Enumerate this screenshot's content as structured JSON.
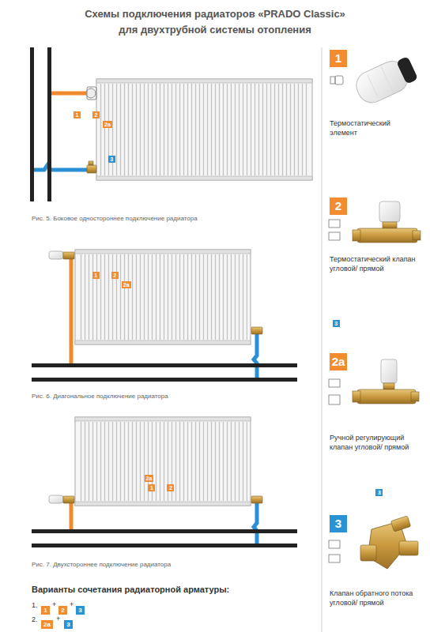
{
  "diagram": {
    "title": "Схемы подключения радиаторов «PRADO Classic» для двухтрубной системы отопления",
    "nodes": [
      {
        "text": [
          "1"
        ]
      },
      {
        "text": [
          "2"
        ]
      },
      {
        "text": [
          "2a"
        ]
      },
      {
        "text": [
          "3"
        ]
      },
      {
        "text": [
          "1",
          "Термостатический элемент"
        ]
      },
      {
        "text": [
          "1"
        ]
      },
      {
        "text": [
          "2"
        ]
      },
      {
        "text": [
          "2a"
        ]
      },
      {
        "text": [
          "3"
        ]
      },
      {
        "text": [
          "2",
          "Термостатический клапан угловой/ прямой"
        ]
      },
      {
        "text": [
          "2a",
          "Ручной регулирующий клапан угловой/ прямой"
        ]
      },
      {
        "text": [
          "2a"
        ]
      },
      {
        "text": [
          "1"
        ]
      },
      {
        "text": [
          "2"
        ]
      },
      {
        "text": [
          "3"
        ]
      },
      {
        "text": [
          "3",
          "Клапан обратного потока угловой/ прямой"
        ]
      },
      {
        "text": [
          "1"
        ]
      },
      {
        "text": [
          "2"
        ]
      },
      {
        "text": [
          "3"
        ]
      },
      {
        "text": [
          "2a"
        ]
      },
      {
        "text": [
          "3"
        ]
      }
    ],
    "labels": [
      "Рис. 5. Боковое одностороннее подключение радиатора",
      "Рис. 6. Диагональное подключение радиатора",
      "Рис. 7. Двухстороннее подключение радиатора",
      "Варианты сочетания радиаторной арматуры:",
      "1.",
      "+",
      "+",
      "2.",
      "+"
    ]
  }
}
